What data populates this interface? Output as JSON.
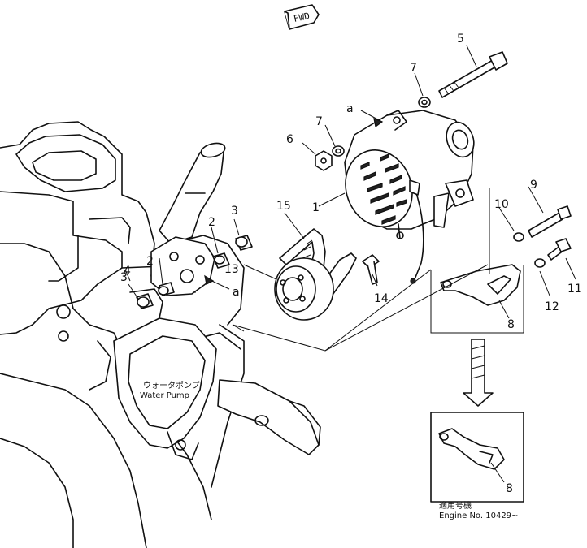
{
  "fwd_label": "FWD",
  "callouts": {
    "c1": "1",
    "c2a": "2",
    "c2b": "2",
    "c3a": "3",
    "c3b": "3",
    "c4": "4",
    "c5": "5",
    "c6": "6",
    "c7a": "7",
    "c7b": "7",
    "c8a": "8",
    "c8b": "8",
    "c9": "9",
    "c10": "10",
    "c11": "11",
    "c12": "12",
    "c13": "13",
    "c14": "14",
    "c15": "15",
    "ref_a_top": "a",
    "ref_a_mid": "a"
  },
  "water_pump": {
    "label_jp": "ウォータポンプ",
    "label_en": "Water Pump"
  },
  "serial_note": {
    "jp": "適用号機",
    "en": "Engine No. 10429~"
  }
}
